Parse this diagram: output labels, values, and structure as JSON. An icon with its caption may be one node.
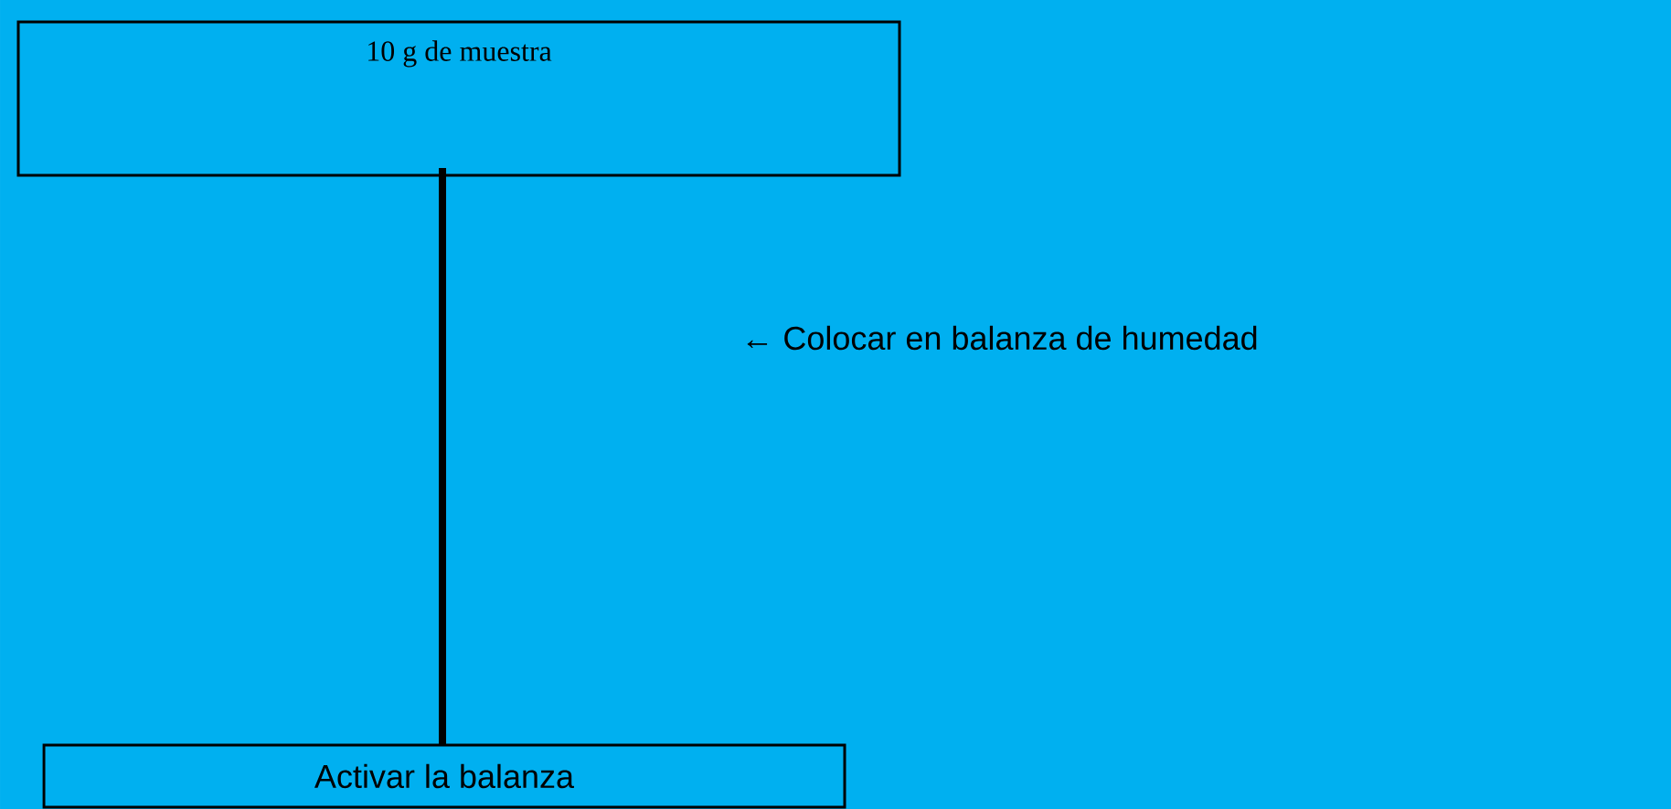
{
  "diagram": {
    "nodes": [
      {
        "text": [
          "10 g de muestra"
        ]
      },
      {
        "text": [
          "Activar la balanza"
        ]
      }
    ],
    "edges": [
      {
        "from": 0,
        "to": 1,
        "arrow": "none"
      }
    ],
    "labels": [
      "← Colocar en balanza de humedad"
    ]
  }
}
